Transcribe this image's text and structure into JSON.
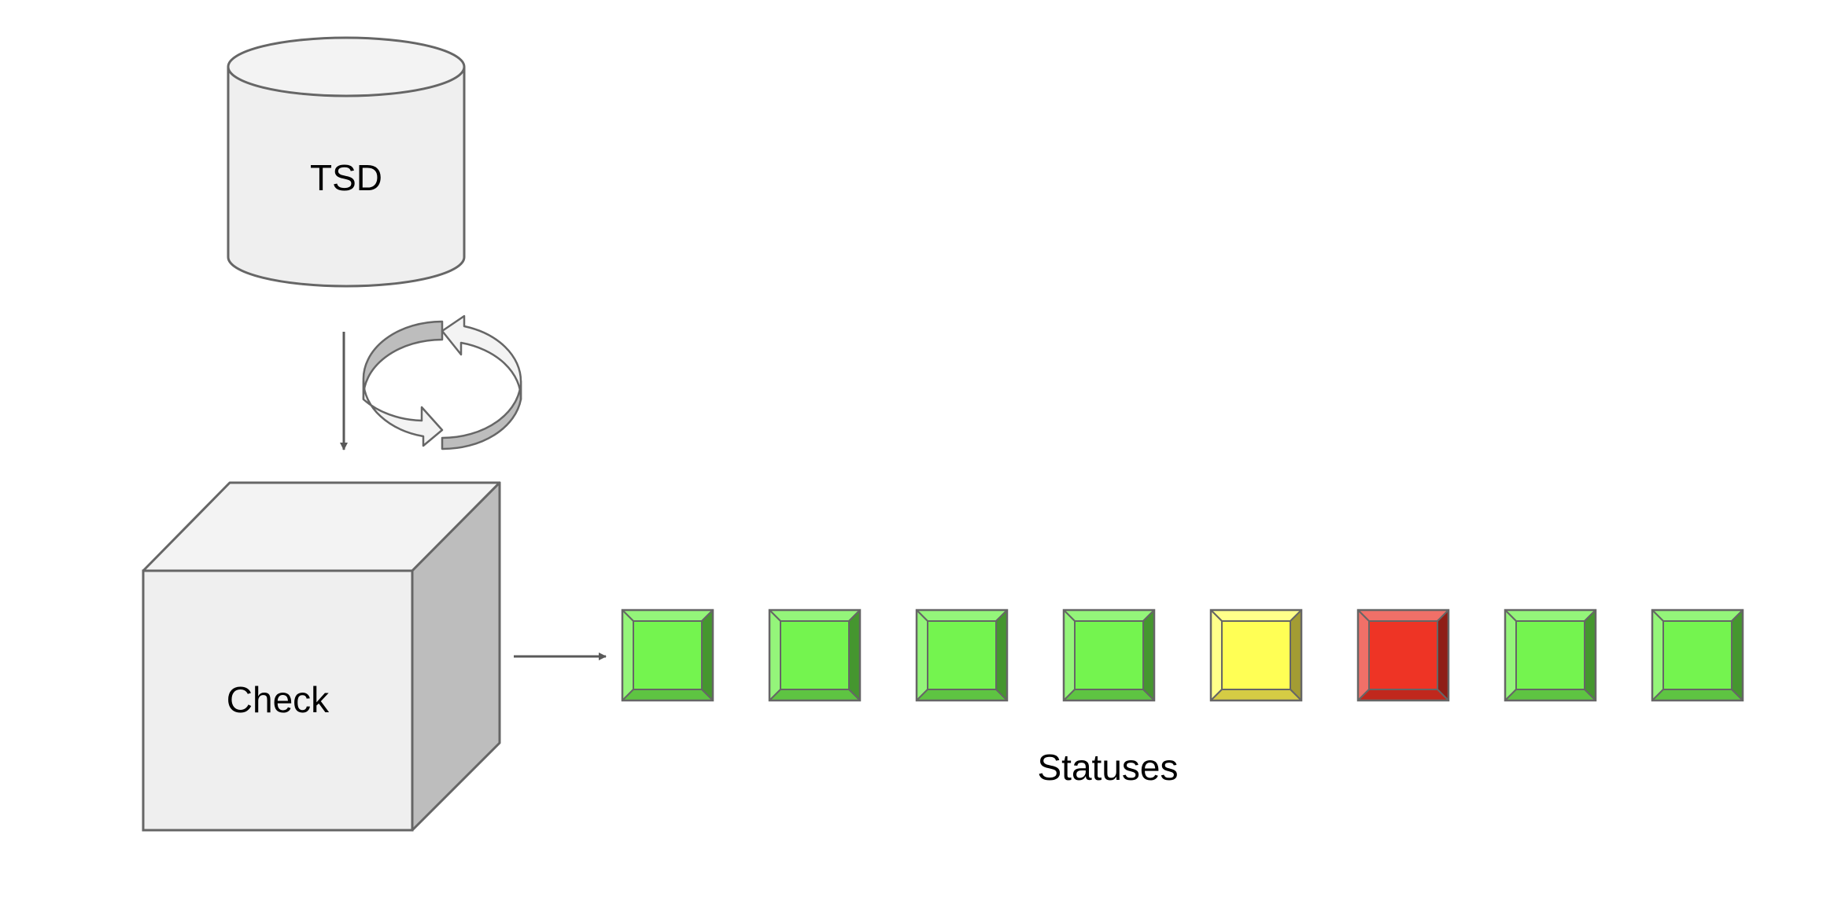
{
  "database": {
    "label": "TSD"
  },
  "processor": {
    "label": "Check"
  },
  "statuses": {
    "caption": "Statuses",
    "items": [
      {
        "state": "ok"
      },
      {
        "state": "ok"
      },
      {
        "state": "ok"
      },
      {
        "state": "ok"
      },
      {
        "state": "warning"
      },
      {
        "state": "critical"
      },
      {
        "state": "ok"
      },
      {
        "state": "ok"
      }
    ]
  },
  "colors": {
    "shape_fill": "#efefef",
    "shape_side": "#bdbdbd",
    "shape_top": "#f3f3f3",
    "stroke": "#666666",
    "arrow": "#595959",
    "ok": {
      "face": "#74f44f",
      "light": "#94f57a",
      "shade": "#5ec442",
      "dark": "#45962f"
    },
    "warning": {
      "face": "#ffff55",
      "light": "#ffff8a",
      "shade": "#d5cc44",
      "dark": "#a39c33"
    },
    "critical": {
      "face": "#ee3425",
      "light": "#f07068",
      "shade": "#c0281d",
      "dark": "#8f1e16"
    }
  }
}
